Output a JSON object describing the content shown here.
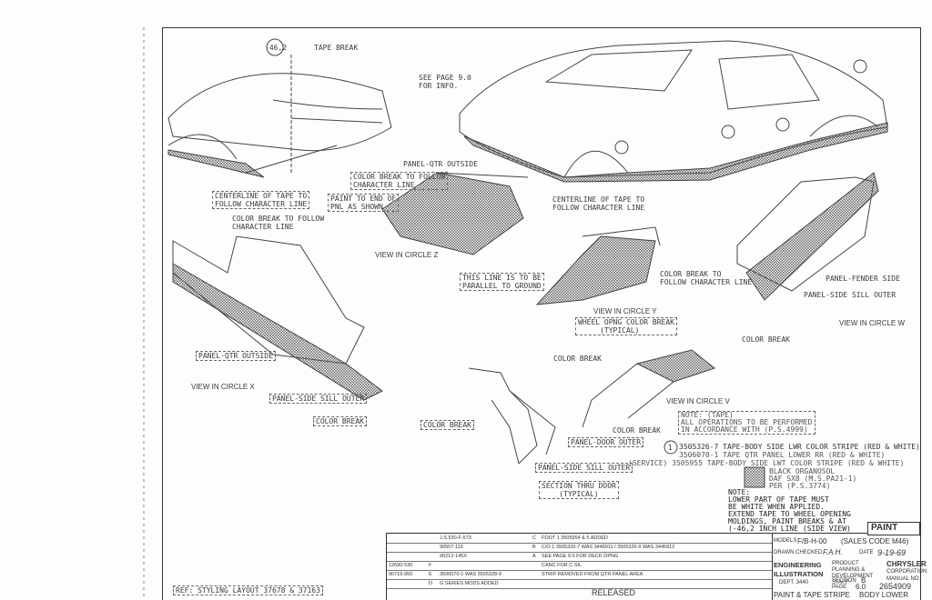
{
  "labels": {
    "tape_break_ref": "-46,2",
    "tape_break": "TAPE BREAK",
    "see_page": "SEE PAGE 9.0\nFOR INFO.",
    "panel_qtr_outside_1": "PANEL-QTR OUTSIDE",
    "color_break_follow_1": "COLOR BREAK TO FOLLOW\nCHARACTER LINE",
    "centerline_1": "CENTERLINE OF TAPE TO\nFOLLOW CHARACTER LINE",
    "paint_to_end": "PAINT TO END OF\nPNL AS SHOWN",
    "centerline_2": "CENTERLINE OF TAPE TO\nFOLLOW CHARACTER LINE",
    "color_break_follow_2": "COLOR BREAK TO FOLLOW\nCHARACTER LINE",
    "view_z": "VIEW IN CIRCLE Z",
    "parallel": "THIS LINE IS TO BE\nPARALLEL TO GROUND",
    "color_break_follow_3": "COLOR BREAK TO\nFOLLOW CHARACTER LINE",
    "panel_fender_side": "PANEL-FENDER SIDE",
    "panel_sill_outer_1": "PANEL-SIDE SILL OUTER",
    "view_y": "VIEW IN CIRCLE Y",
    "wheel_opng": "WHEEL OPNG COLOR BREAK\n     (TYPICAL)",
    "view_w": "VIEW IN CIRCLE W",
    "color_break_1": "COLOR BREAK",
    "panel_qtr_outside_2": "PANEL-QTR OUTSIDE",
    "color_break_2": "COLOR BREAK",
    "view_x": "VIEW IN CIRCLE X",
    "panel_sill_outer_2": "PANEL-SIDE SILL OUTER",
    "view_v": "VIEW IN CIRCLE V",
    "color_break_3": "COLOR BREAK",
    "color_break_4": "COLOR BREAK",
    "color_break_5": "COLOR BREAK",
    "panel_door_outer": "PANEL-DOOR OUTER",
    "panel_sill_outer_3": "PANEL-SIDE SILL OUTER",
    "section_thru_door": "SECTION THRU DOOR\n    (TYPICAL)",
    "ref_styling": "REF: STYLING LAYOUT 37678 & 37163",
    "callout": "1"
  },
  "notes": {
    "tape_note": "NOTE: (TAPE)\nALL OPERATIONS TO BE PERFORMED\nIN ACCORDANCE WITH (P.S.4999)",
    "part1": "3505326-7 TAPE-BODY SIDE LWR COLOR STRIPE (RED & WHITE)",
    "part2": "3506070-1 TAPE QTR PANEL LOWER RR (RED & WHITE)",
    "part3": "(SERVICE) 3505955 TAPE-BODY SIDE LWT COLOR STRIPE (RED & WHITE)",
    "organosol": "BLACK ORGANOSOL\nDAF SX8 (M.S.PA21-1)\nPER (P.S.3774)",
    "lower_note": "NOTE:\nLOWER PART OF TAPE MUST\nBE WHITE WHEN APPLIED.\nEXTEND TAPE TO WHEEL OPENING\nMOLDINGS, PAINT BREAKS & AT\n(-46,2 INCH LINE (SIDE VIEW)"
  },
  "title_block": {
    "paint": "PAINT",
    "models_label": "MODELS",
    "model": "F/B-H-00",
    "sales_code": "(SALES CODE M46)",
    "eng": "ENGINEERING",
    "ill": "ILLUSTRATION",
    "dept": "DEPT. 3440",
    "drawn": "DRAWN",
    "checked": "CHECKED",
    "checked_val": "F.A.H.",
    "date_label": "DATE",
    "date": "9-19-69",
    "ppd": "PRODUCT PLANNING & DEVELOPMENT STAFF",
    "chrysler": "CHRYSLER",
    "corp": "CORPORATION",
    "manual_label": "MANUAL NO.",
    "manual": "2654909",
    "title1": "PAINT & TAPE STRIPE",
    "title2": "BODY LOWER",
    "section_label": "SECTION",
    "page_label": "PAGE",
    "section": "B",
    "page": "6.0",
    "released": "RELEASED",
    "rev": [
      {
        "a": "",
        "b": "",
        "c": "J.S.530-F-573",
        "d": "C",
        "e": "FOOT 1 3505954 & 5 ADDED"
      },
      {
        "a": "",
        "b": "",
        "c": "90507-115",
        "d": "B",
        "e": "C/O 1 3505326-7 WAS 3445911 / 3505326-9 WAS 3445912"
      },
      {
        "a": "",
        "b": "",
        "c": "90212-145X",
        "d": "A",
        "e": "SEE PAGE 9.0 FOR DECK OPNG"
      },
      {
        "a": "12690-530",
        "b": "F",
        "c": "",
        "d": "",
        "e": "CANC FOR C.SIL"
      },
      {
        "a": "90716-950",
        "b": "E",
        "c": "3506070-1 WAS 3505328-9",
        "d": "",
        "e": "STRIP REMOVED FROM QTR PANEL AREA"
      },
      {
        "a": "",
        "b": "D",
        "c": "G SERIES MODS ADDED",
        "d": "",
        "e": ""
      }
    ]
  }
}
